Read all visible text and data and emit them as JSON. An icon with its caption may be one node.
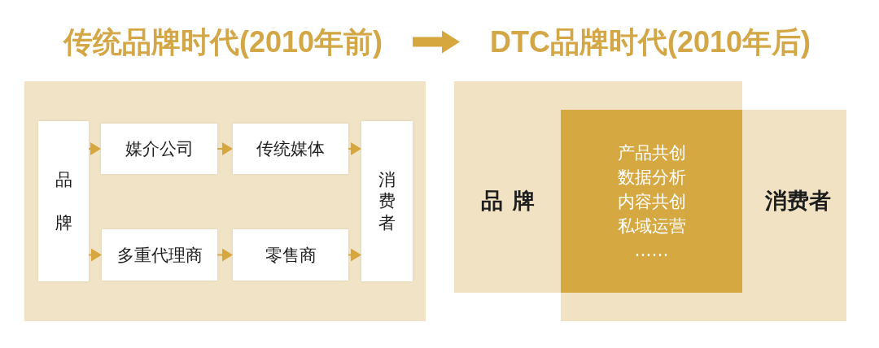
{
  "diagram": {
    "nodes": [
      {
        "text": [
          "传统品牌时代(2010年前)"
        ]
      },
      {
        "text": [
          "DTC品牌时代(2010年后)"
        ]
      },
      {
        "text": [],
        "shape": "box"
      },
      {
        "text": [
          "品牌"
        ],
        "in": 2
      },
      {
        "text": [
          "媒介公司"
        ],
        "in": 2
      },
      {
        "text": [
          "传统媒体"
        ],
        "in": 2
      },
      {
        "text": [
          "多重代理商"
        ],
        "in": 2
      },
      {
        "text": [
          "零售商"
        ],
        "in": 2
      },
      {
        "text": [
          "消费者"
        ],
        "in": 2
      },
      {
        "text": [
          "品牌"
        ]
      },
      {
        "text": [
          "产品共创",
          "数据分析",
          "内容共创",
          "私域运营",
          "……"
        ]
      },
      {
        "text": [
          "消费者"
        ]
      }
    ],
    "edges": [
      {
        "from": 0,
        "to": 1,
        "arrow": "to",
        "style": "thick"
      },
      {
        "from": 3,
        "to": 4,
        "arrow": "to"
      },
      {
        "from": 4,
        "to": 5,
        "arrow": "to"
      },
      {
        "from": 5,
        "to": 8,
        "arrow": "to"
      },
      {
        "from": 3,
        "to": 6,
        "arrow": "to"
      },
      {
        "from": 6,
        "to": 7,
        "arrow": "to"
      },
      {
        "from": 7,
        "to": 8,
        "arrow": "to"
      }
    ]
  }
}
